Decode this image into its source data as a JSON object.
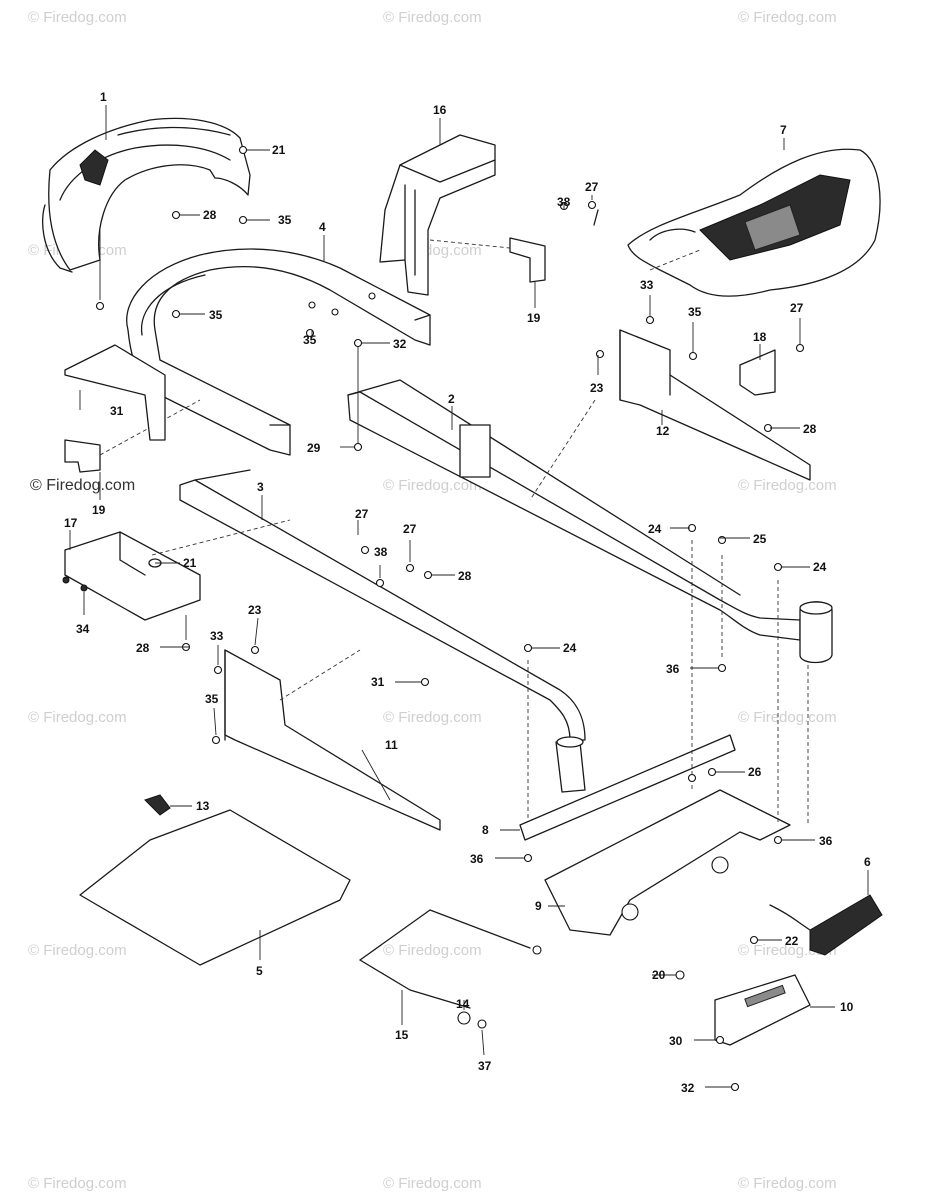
{
  "watermark": {
    "text": "© Firedog.com"
  },
  "callouts": {
    "c1": "1",
    "c2": "2",
    "c3": "3",
    "c4": "4",
    "c5": "5",
    "c6": "6",
    "c7": "7",
    "c8": "8",
    "c9": "9",
    "c10": "10",
    "c11": "11",
    "c12": "12",
    "c13": "13",
    "c14": "14",
    "c15": "15",
    "c16": "16",
    "c17": "17",
    "c18": "18",
    "c19": "19",
    "c20": "20",
    "c21": "21",
    "c22": "22",
    "c23": "23",
    "c24": "24",
    "c25": "25",
    "c26": "26",
    "c27": "27",
    "c28": "28",
    "c29": "29",
    "c30": "30",
    "c31": "31",
    "c32": "32",
    "c33": "33",
    "c34": "34",
    "c35": "35",
    "c36": "36",
    "c37": "37",
    "c38": "38"
  }
}
